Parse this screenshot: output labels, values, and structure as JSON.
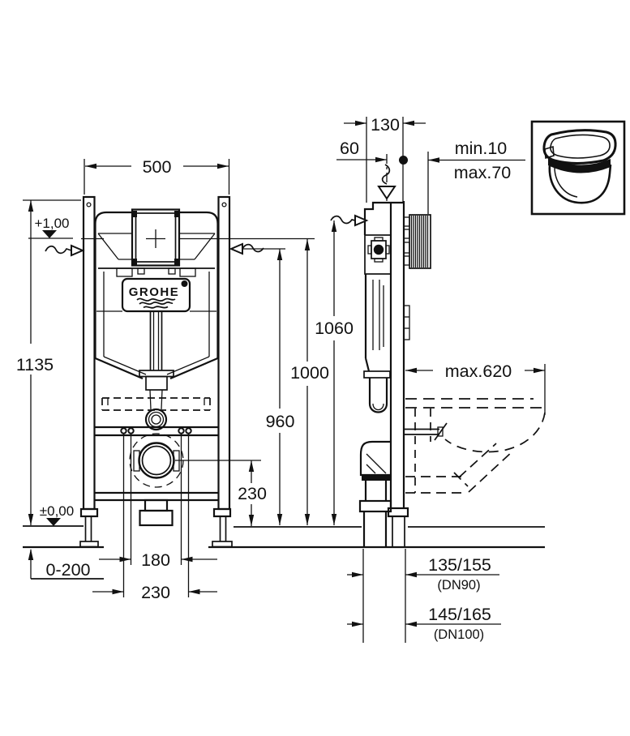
{
  "colors": {
    "line": "#111111",
    "background": "#ffffff"
  },
  "front_view": {
    "width": "500",
    "height": "1135",
    "level_top": "+1,00",
    "level_floor": "±0,00",
    "foot_adjustment": "0-200",
    "bolt_spacing_inner": "180",
    "bolt_spacing_outer": "230",
    "drain_height": "230",
    "logo": "GROHE"
  },
  "heights": {
    "supply": "960",
    "actuation": "1000",
    "frame_top": "1060"
  },
  "side_view": {
    "depth": "130",
    "flush_pipe_offset": "60",
    "wall_distance_min": "min.10",
    "wall_distance_max": "max.70",
    "wc_depth_max": "max.620",
    "outlet_dn90": "135/155",
    "outlet_dn90_label": "(DN90)",
    "outlet_dn100": "145/165",
    "outlet_dn100_label": "(DN100)"
  }
}
